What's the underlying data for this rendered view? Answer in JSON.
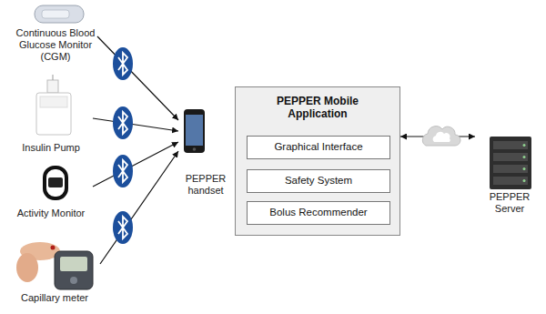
{
  "diagram": {
    "nodes": [
      {
        "text": [
          "Continuous Blood Glucose Monitor (CGM)"
        ]
      },
      {
        "text": [
          "Insulin Pump"
        ]
      },
      {
        "text": [
          "Activity Monitor"
        ]
      },
      {
        "text": [
          "Capillary meter"
        ]
      },
      {
        "text": [
          "PEPPER handset"
        ]
      },
      {
        "text": [
          "PEPPER Mobile Application"
        ]
      },
      {
        "text": [
          "Graphical Interface"
        ],
        "in": 5
      },
      {
        "text": [
          "Safety System"
        ],
        "in": 5
      },
      {
        "text": [
          "Bolus Recommender"
        ],
        "in": 5
      },
      {
        "text": [
          "PEPPER Server"
        ]
      }
    ],
    "edges": [
      {
        "from": 0,
        "to": 4,
        "arrow": "to"
      },
      {
        "from": 1,
        "to": 4,
        "arrow": "to"
      },
      {
        "from": 2,
        "to": 4,
        "arrow": "to"
      },
      {
        "from": 3,
        "to": 4,
        "arrow": "to"
      },
      {
        "from": 5,
        "to": 9,
        "arrow": "both"
      }
    ]
  }
}
